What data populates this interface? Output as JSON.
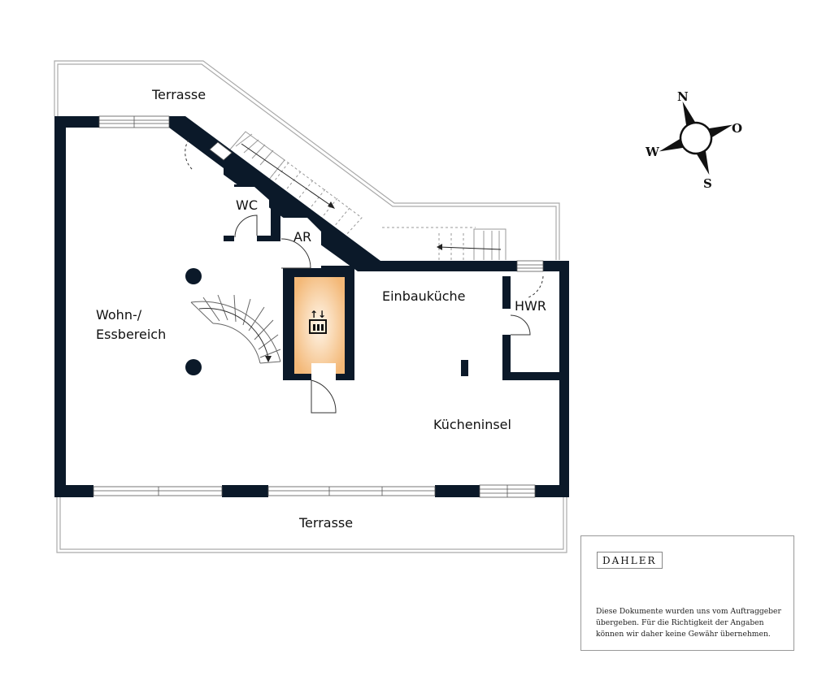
{
  "rooms": {
    "terrace_top": "Terrasse",
    "terrace_bottom": "Terrasse",
    "wc": "WC",
    "ar": "AR",
    "living_line1": "Wohn-/",
    "living_line2": "Essbereich",
    "kitchen": "Einbauküche",
    "hwr": "HWR",
    "kitchen_island": "Kücheninsel"
  },
  "compass": {
    "n": "N",
    "o": "O",
    "s": "S",
    "w": "W"
  },
  "legend": {
    "logo": "DAHLER",
    "note": "Diese Dokumente wurden uns vom Auftraggeber übergeben. Für die Richtigkeit der Angaben können wir daher keine Gewähr übernehmen."
  },
  "colors": {
    "wall": "#0b1929",
    "elevator": "#f6c98e"
  }
}
